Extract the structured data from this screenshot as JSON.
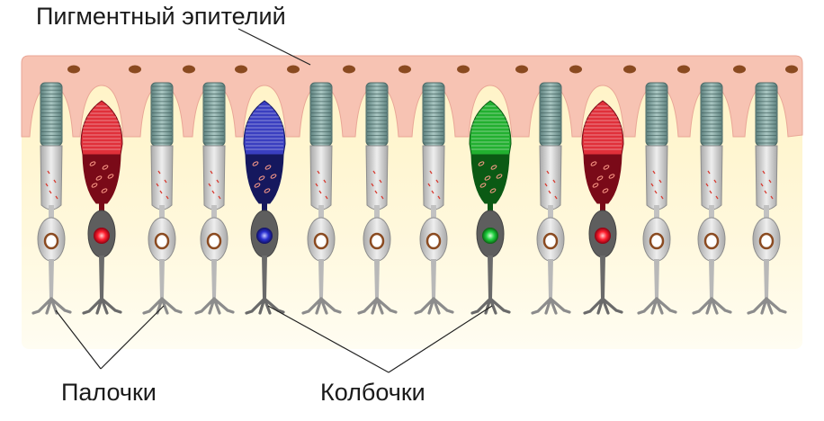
{
  "labels": {
    "pigment_epithelium": "Пигментный эпителий",
    "rods": "Палочки",
    "cones": "Колбочки"
  },
  "cells": [
    {
      "kind": "rod"
    },
    {
      "kind": "cone",
      "color": "red"
    },
    {
      "kind": "rod"
    },
    {
      "kind": "rod"
    },
    {
      "kind": "cone",
      "color": "blue"
    },
    {
      "kind": "rod"
    },
    {
      "kind": "rod"
    },
    {
      "kind": "rod"
    },
    {
      "kind": "cone",
      "color": "green"
    },
    {
      "kind": "rod"
    },
    {
      "kind": "cone",
      "color": "red"
    },
    {
      "kind": "rod"
    },
    {
      "kind": "rod"
    },
    {
      "kind": "rod"
    }
  ],
  "colors": {
    "epithelium": "#f7c3b3",
    "background": "#fff6d2",
    "rod_outer": "#7fa3a0",
    "rod_body": "#cfcfcf",
    "red": "#e0303a",
    "blue": "#3a3fc0",
    "green": "#22b030"
  }
}
